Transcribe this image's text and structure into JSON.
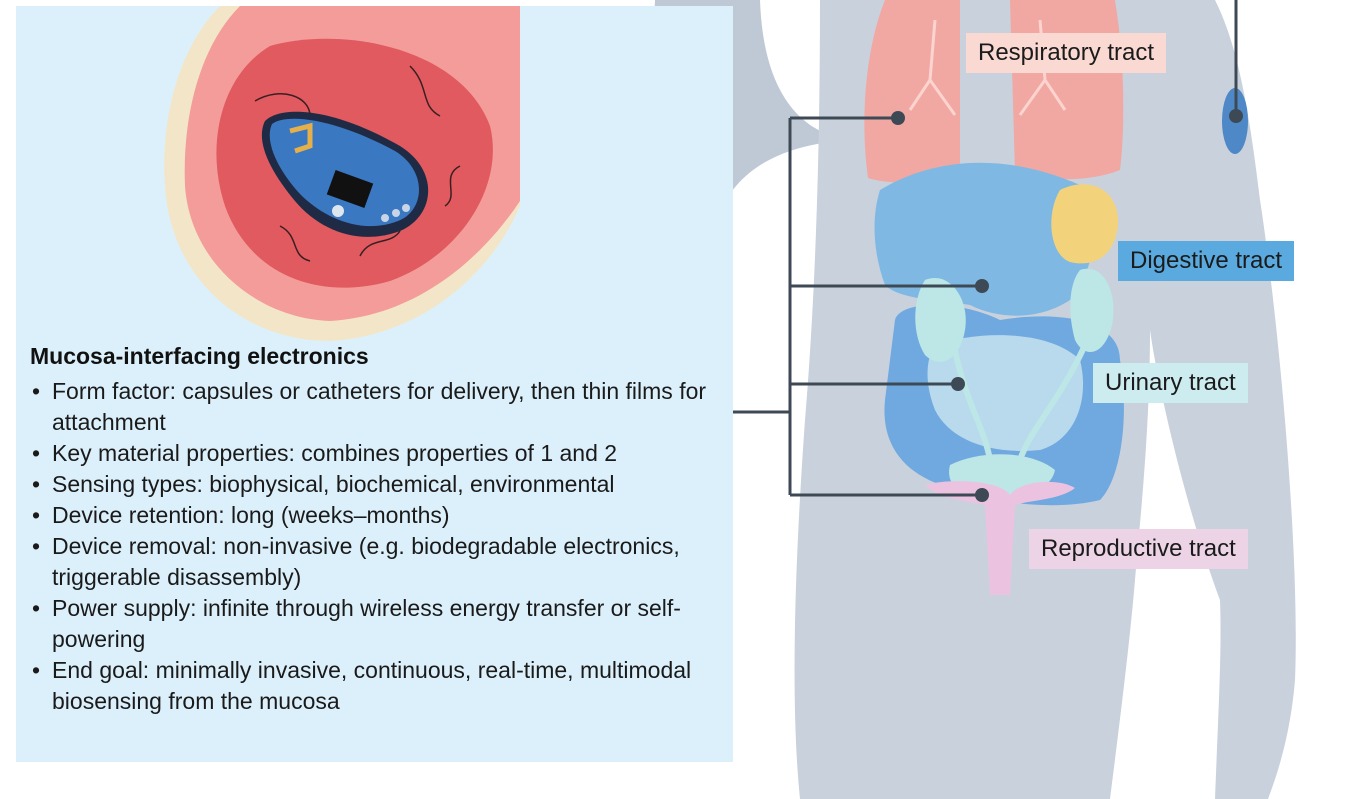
{
  "panel": {
    "title": "Mucosa-interfacing electronics",
    "bullet_glyph": "•",
    "bullets": [
      "Form factor: capsules or catheters for delivery, then thin films for attachment",
      "Key material properties: combines properties of 1 and 2",
      "Sensing types: biophysical, biochemical, environmental",
      "Device retention: long (weeks–months)",
      "Device removal: non-invasive (e.g. biodegradable electronics, triggerable disassembly)",
      "Power supply: infinite through wireless energy transfer or self-powering",
      "End goal: minimally invasive, continuous, real-time, multimodal biosensing from the mucosa"
    ]
  },
  "tracts": {
    "respiratory": {
      "label": "Respiratory tract",
      "color": "#fad9d3"
    },
    "digestive": {
      "label": "Digestive tract",
      "color": "#5aaadf"
    },
    "urinary": {
      "label": "Urinary tract",
      "color": "#cdecef"
    },
    "reproductive": {
      "label": "Reproductive tract",
      "color": "#ecd4e6"
    }
  },
  "colors": {
    "panel_background": "#dcf0fb",
    "body_silhouette": "#c9d1dd",
    "connector": "#3d4a55",
    "mucosa": "#e6686a",
    "device": "#3b78c2"
  }
}
